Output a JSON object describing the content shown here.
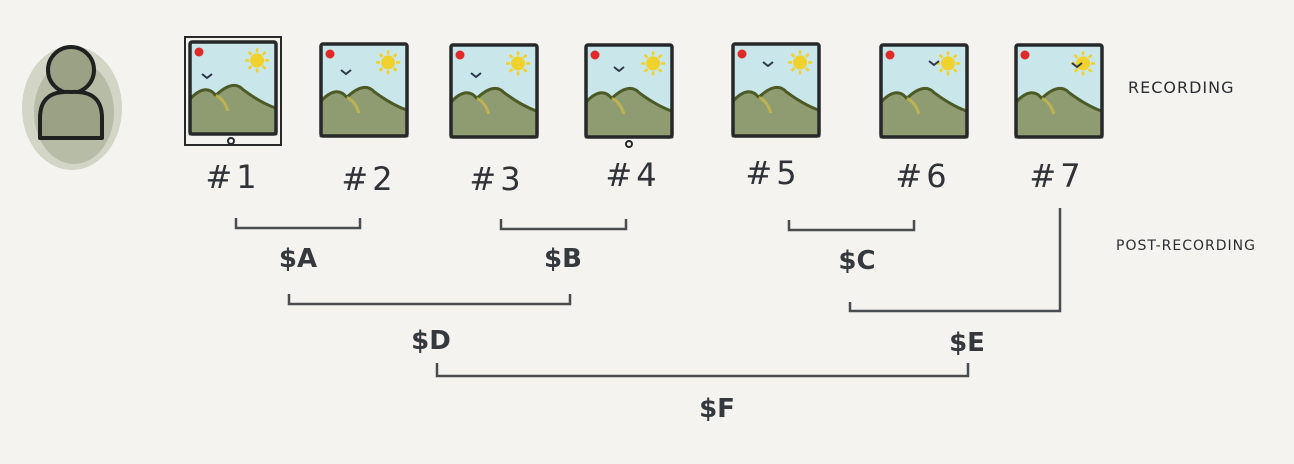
{
  "frames": [
    {
      "label": "#1",
      "selected": true
    },
    {
      "label": "#2",
      "selected": false
    },
    {
      "label": "#3",
      "selected": false
    },
    {
      "label": "#4",
      "selected": false
    },
    {
      "label": "#5",
      "selected": false
    },
    {
      "label": "#6",
      "selected": false
    },
    {
      "label": "#7",
      "selected": false
    }
  ],
  "groups": {
    "a": "$A",
    "b": "$B",
    "c": "$C",
    "d": "$D",
    "e": "$E",
    "f": "$F"
  },
  "stages": {
    "recording": "RECORDING",
    "post_recording": "POST-RECORDING"
  },
  "colors": {
    "background": "#f4f3f0",
    "sky": "#c9e6ea",
    "hills": "#8f9c72",
    "hill_edge": "#4c5a26",
    "sun": "#f1d12c",
    "record_dot": "#e02a2a",
    "ink": "#262829",
    "avatar_fill": "#a8ae94"
  },
  "icons": {
    "user": "user-icon",
    "frame": "image-frame-icon"
  }
}
